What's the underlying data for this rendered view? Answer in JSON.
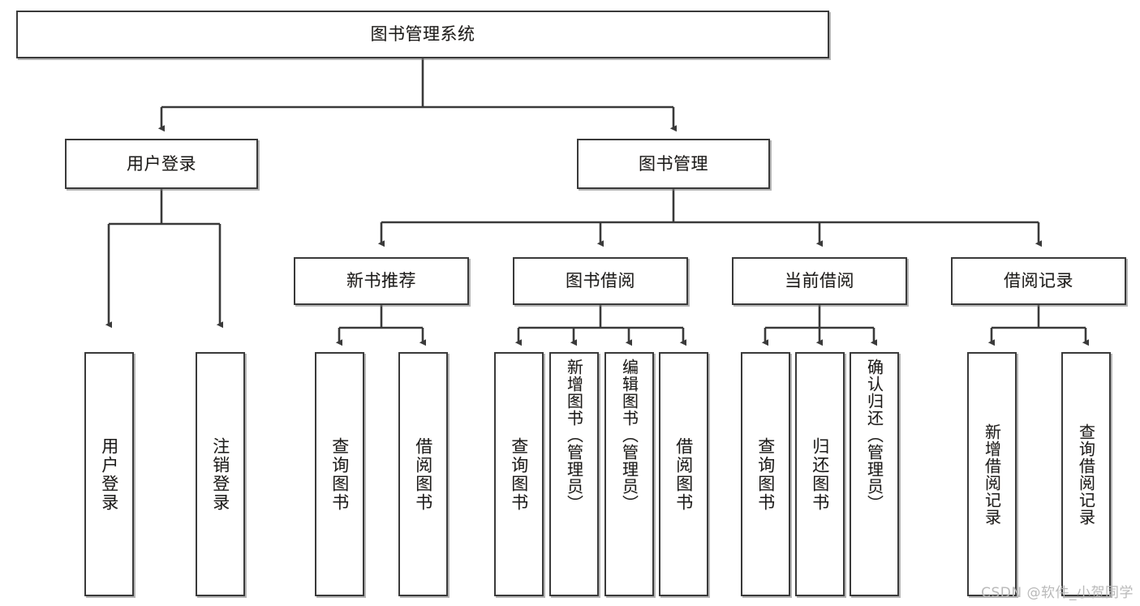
{
  "diagram": {
    "type": "tree",
    "title": "图书管理系统",
    "root": {
      "id": "root",
      "label": "图书管理系统"
    },
    "level2": [
      {
        "id": "user-login",
        "label": "用户登录"
      },
      {
        "id": "book-manage",
        "label": "图书管理"
      }
    ],
    "level3": [
      {
        "id": "new-book-rec",
        "label": "新书推荐",
        "parent": "book-manage"
      },
      {
        "id": "book-borrow",
        "label": "图书借阅",
        "parent": "book-manage"
      },
      {
        "id": "current-borrow",
        "label": "当前借阅",
        "parent": "book-manage"
      },
      {
        "id": "borrow-record",
        "label": "借阅记录",
        "parent": "book-manage"
      }
    ],
    "leaves": [
      {
        "id": "leaf-user-login",
        "label": "用户登录",
        "parent": "user-login"
      },
      {
        "id": "leaf-logout",
        "label": "注销登录",
        "parent": "user-login"
      },
      {
        "id": "leaf-query-book-1",
        "label": "查询图书",
        "parent": "new-book-rec"
      },
      {
        "id": "leaf-borrow-book-1",
        "label": "借阅图书",
        "parent": "new-book-rec"
      },
      {
        "id": "leaf-query-book-2",
        "label": "查询图书",
        "parent": "book-borrow"
      },
      {
        "id": "leaf-add-book",
        "label": "新增图书（管理员）",
        "parent": "book-borrow"
      },
      {
        "id": "leaf-edit-book",
        "label": "编辑图书（管理员）",
        "parent": "book-borrow"
      },
      {
        "id": "leaf-borrow-book-2",
        "label": "借阅图书",
        "parent": "book-borrow"
      },
      {
        "id": "leaf-query-book-3",
        "label": "查询图书",
        "parent": "current-borrow"
      },
      {
        "id": "leaf-return-book",
        "label": "归还图书",
        "parent": "current-borrow"
      },
      {
        "id": "leaf-confirm-return",
        "label": "确认归还（管理员）",
        "parent": "current-borrow"
      },
      {
        "id": "leaf-add-record",
        "label": "新增借阅记录",
        "parent": "borrow-record"
      },
      {
        "id": "leaf-query-record",
        "label": "查询借阅记录",
        "parent": "borrow-record"
      }
    ],
    "colors": {
      "stroke": "#3a3a3a",
      "text": "#1b1b1b",
      "background": "#ffffff",
      "watermark": "#b9b9b9"
    }
  },
  "watermark": {
    "text": "CSDN @软件_小贺同学"
  }
}
